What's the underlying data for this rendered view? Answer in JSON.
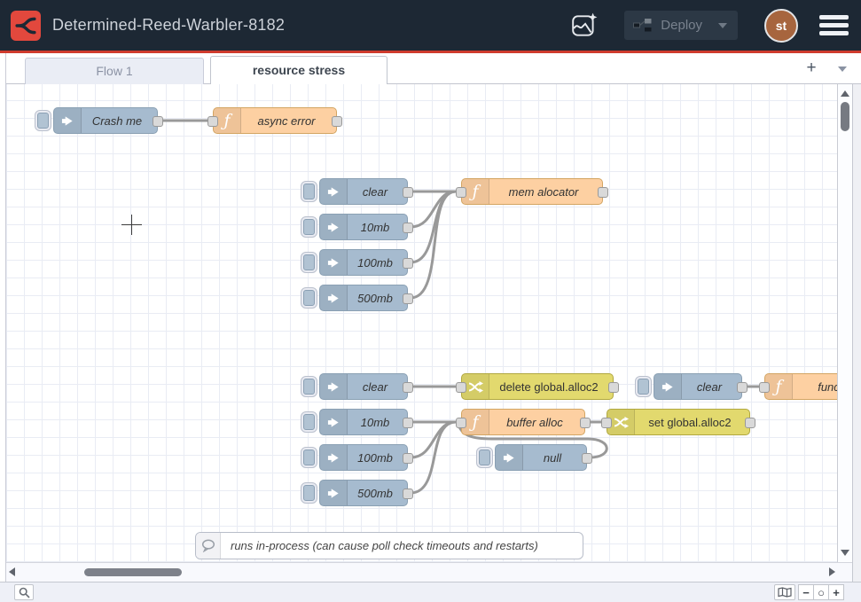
{
  "header": {
    "title": "Determined-Reed-Warbler-8182",
    "deploy": {
      "label": "Deploy"
    },
    "avatar": {
      "initials": "st"
    }
  },
  "tabbar": {
    "tabs": [
      {
        "label": "Flow 1",
        "active": false
      },
      {
        "label": "resource stress",
        "active": true
      }
    ],
    "add_label": "+"
  },
  "flow": {
    "nodes": [
      {
        "type": "inject",
        "label": "Crash me"
      },
      {
        "type": "function",
        "label": "async error"
      },
      {
        "type": "inject",
        "label": "clear"
      },
      {
        "type": "inject",
        "label": "10mb"
      },
      {
        "type": "inject",
        "label": "100mb"
      },
      {
        "type": "inject",
        "label": "500mb"
      },
      {
        "type": "function",
        "label": "mem alocator"
      },
      {
        "type": "inject",
        "label": "clear"
      },
      {
        "type": "inject",
        "label": "10mb"
      },
      {
        "type": "inject",
        "label": "100mb"
      },
      {
        "type": "inject",
        "label": "500mb"
      },
      {
        "type": "change",
        "label": "delete global.alloc2"
      },
      {
        "type": "function",
        "label": "buffer alloc"
      },
      {
        "type": "change",
        "label": "set global.alloc2"
      },
      {
        "type": "inject",
        "label": "null"
      },
      {
        "type": "inject",
        "label": "clear"
      },
      {
        "type": "function",
        "label": "function"
      },
      {
        "type": "comment",
        "label": "runs in-process (can cause poll check timeouts and restarts)"
      }
    ]
  },
  "footer": {
    "zoom_out": "−",
    "zoom_reset": "○",
    "zoom_in": "+"
  },
  "icons": {
    "function_glyph": "ƒ"
  },
  "colors": {
    "header_bg": "#1d2834",
    "accent_red": "#e2483d",
    "inject_fill": "#a6bbcf",
    "function_fill": "#fdd0a2",
    "change_fill": "#e2d96e",
    "wire": "#999999"
  }
}
